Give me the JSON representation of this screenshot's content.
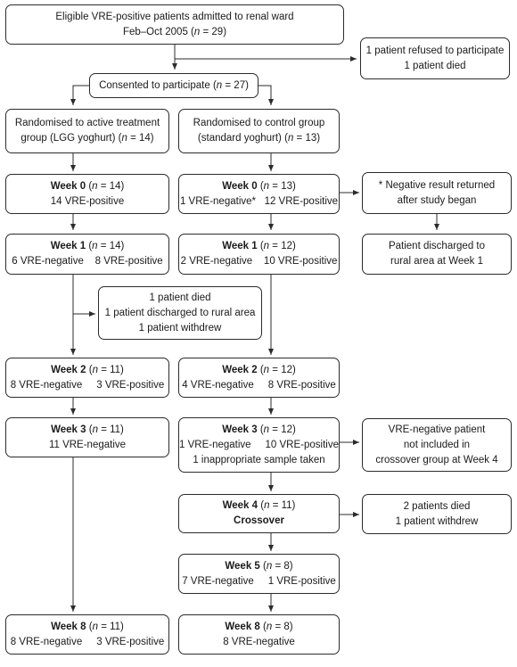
{
  "boxes": {
    "eligible": [
      "Eligible VRE-positive patients admitted to renal ward",
      "Feb–Oct 2005 (n = 29)"
    ],
    "refused": [
      "1 patient refused to participate",
      "1 patient died"
    ],
    "consented": "Consented to participate (n = 27)",
    "active": [
      "Randomised to active treatment",
      "group (LGG yoghurt) (n = 14)"
    ],
    "control": [
      "Randomised to control group",
      "(standard yoghurt) (n = 13)"
    ],
    "a_w0": {
      "head": "Week 0",
      "n": " (n = 14)",
      "line": "14 VRE-positive"
    },
    "c_w0": {
      "head": "Week 0",
      "n": " (n = 13)",
      "line": "1 VRE-negative*   12 VRE-positive"
    },
    "negnote": [
      "* Negative result returned",
      "after study began"
    ],
    "a_w1": {
      "head": "Week 1",
      "n": " (n = 14)",
      "line": "6 VRE-negative    8 VRE-positive"
    },
    "c_w1": {
      "head": "Week 1",
      "n": " (n = 12)",
      "line": "2 VRE-negative    10 VRE-positive"
    },
    "discharged": [
      "Patient discharged to",
      "rural area at Week 1"
    ],
    "dropout1": [
      "1 patient died",
      "1 patient discharged to rural area",
      "1 patient withdrew"
    ],
    "a_w2": {
      "head": "Week 2",
      "n": " (n = 11)",
      "line": "8 VRE-negative     3 VRE-positive"
    },
    "c_w2": {
      "head": "Week 2",
      "n": " (n = 12)",
      "line": "4 VRE-negative     8 VRE-positive"
    },
    "a_w3": {
      "head": "Week 3",
      "n": " (n = 11)",
      "line": "11 VRE-negative"
    },
    "c_w3": {
      "head": "Week 3",
      "n": " (n = 12)",
      "line": "1 VRE-negative     10 VRE-positive",
      "line2": "1 inappropriate sample taken"
    },
    "crossnote": [
      "VRE-negative patient",
      "not included in",
      "crossover group at Week 4"
    ],
    "c_w4": {
      "head": "Week 4",
      "n": " (n = 11)",
      "line": "Crossover"
    },
    "dropout2": [
      "2 patients died",
      "1 patient withdrew"
    ],
    "c_w5": {
      "head": "Week 5",
      "n": " (n = 8)",
      "line": "7 VRE-negative     1 VRE-positive"
    },
    "a_w8": {
      "head": "Week 8",
      "n": " (n = 11)",
      "line": "8 VRE-negative     3 VRE-positive"
    },
    "c_w8": {
      "head": "Week 8",
      "n": " (n = 8)",
      "line": "8 VRE-negative"
    }
  }
}
